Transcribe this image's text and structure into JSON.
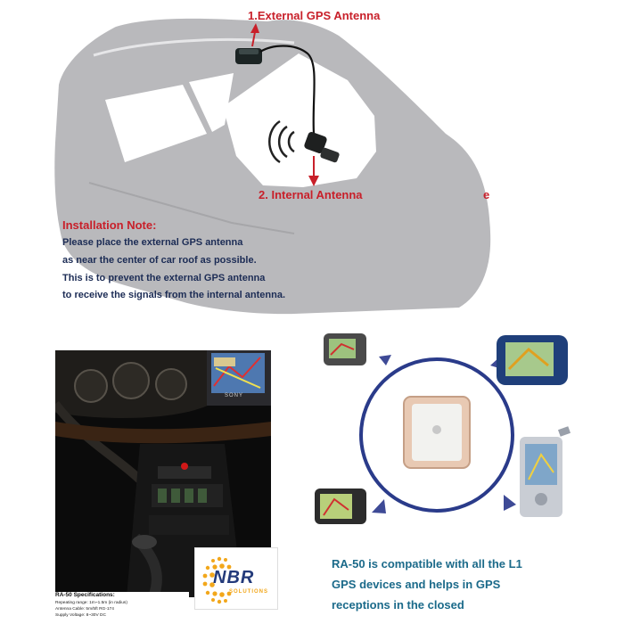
{
  "diagram": {
    "external_antenna_label": "1.External GPS Antenna",
    "internal_antenna_label": "2. Internal Antenna",
    "internal_antenna_suffix": "e"
  },
  "installation_note": {
    "title": "Installation Note:",
    "lines": [
      "Please place the external GPS antenna",
      "as near the center of car roof as possible.",
      "This is to prevent the external GPS antenna",
      "to receive the signals from the internal antenna."
    ]
  },
  "photo": {
    "gps_unit_brand": "SONY"
  },
  "specs": {
    "title": "RA-50 Specifications:",
    "lines": [
      "Repeating range: 1m~1.5m (in radius)",
      "Antenna Cable: 5m/5ft RG-174",
      "Supply Voltage: 8~30V DC"
    ]
  },
  "logo": {
    "name": "NBR",
    "subtitle": "SOLUTIONS"
  },
  "compatibility": {
    "lines": [
      "RA-50 is compatible with all the L1",
      "GPS devices and helps in GPS",
      "receptions in the closed"
    ]
  },
  "colors": {
    "car_gray": "#b9b9bc",
    "label_red": "#c8202a",
    "note_navy": "#1c2c55",
    "text_teal": "#1b6a8a",
    "arrow_blue": "#3e4a96",
    "circle_blue": "#2a3b8a"
  }
}
